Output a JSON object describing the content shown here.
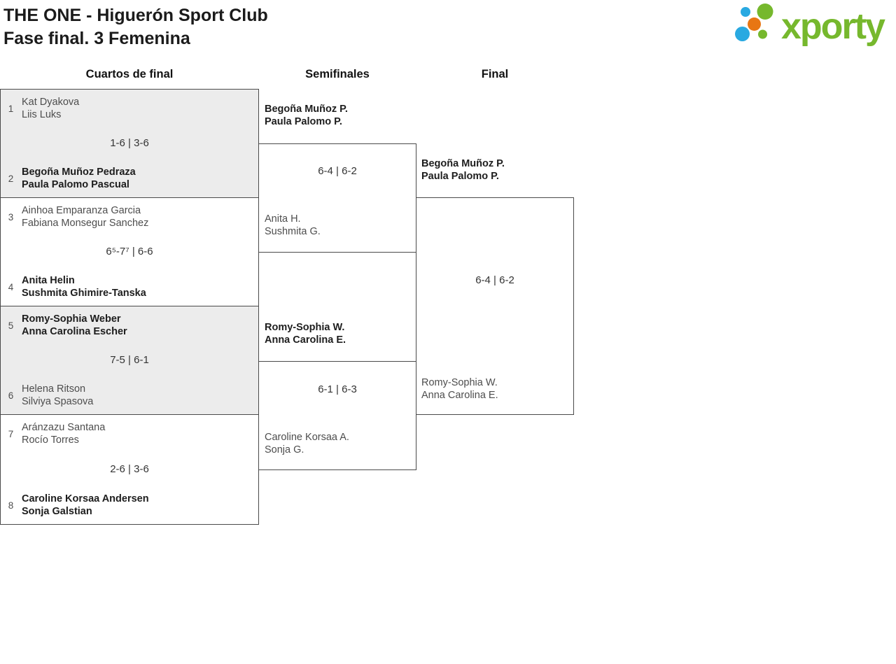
{
  "header": {
    "title_line1": "THE ONE - Higuerón Sport Club",
    "title_line2": "Fase final. 3 Femenina"
  },
  "logo": {
    "text": "xporty",
    "green": "#76b82d",
    "blue": "#29a9e1",
    "orange": "#e87613"
  },
  "rounds": {
    "quarterfinals_label": "Cuartos de final",
    "semifinals_label": "Semifinales",
    "final_label": "Final"
  },
  "quarterfinals": [
    {
      "seed_top": "1",
      "top": [
        "Kat Dyakova",
        "Liis Luks"
      ],
      "top_winner": false,
      "score": "1-6 | 3-6",
      "seed_bottom": "2",
      "bottom": [
        "Begoña Muñoz Pedraza",
        "Paula Palomo Pascual"
      ],
      "bottom_winner": true
    },
    {
      "seed_top": "3",
      "top": [
        "Ainhoa Emparanza Garcia",
        "Fabiana Monsegur Sanchez"
      ],
      "top_winner": false,
      "score": "6⁵-7⁷ | 6-6",
      "seed_bottom": "4",
      "bottom": [
        "Anita Helin",
        "Sushmita Ghimire-Tanska"
      ],
      "bottom_winner": true
    },
    {
      "seed_top": "5",
      "top": [
        "Romy-Sophia Weber",
        "Anna Carolina Escher"
      ],
      "top_winner": true,
      "score": "7-5 | 6-1",
      "seed_bottom": "6",
      "bottom": [
        "Helena Ritson",
        "Silviya Spasova"
      ],
      "bottom_winner": false
    },
    {
      "seed_top": "7",
      "top": [
        "Aránzazu Santana",
        "Rocío Torres"
      ],
      "top_winner": false,
      "score": "2-6 | 3-6",
      "seed_bottom": "8",
      "bottom": [
        "Caroline Korsaa Andersen",
        "Sonja Galstian"
      ],
      "bottom_winner": true
    }
  ],
  "semifinals": [
    {
      "top": [
        "Begoña Muñoz P.",
        "Paula Palomo P."
      ],
      "top_winner": true,
      "score": "6-4 | 6-2",
      "bottom": [
        "Anita H.",
        "Sushmita G."
      ],
      "bottom_winner": false
    },
    {
      "top": [
        "Romy-Sophia W.",
        "Anna Carolina E."
      ],
      "top_winner": true,
      "score": "6-1 | 6-3",
      "bottom": [
        "Caroline Korsaa A.",
        "Sonja G."
      ],
      "bottom_winner": false
    }
  ],
  "final": {
    "top": [
      "Begoña Muñoz P.",
      "Paula Palomo P."
    ],
    "top_winner": true,
    "score": "6-4 | 6-2",
    "bottom": [
      "Romy-Sophia W.",
      "Anna Carolina E."
    ],
    "bottom_winner": false
  }
}
